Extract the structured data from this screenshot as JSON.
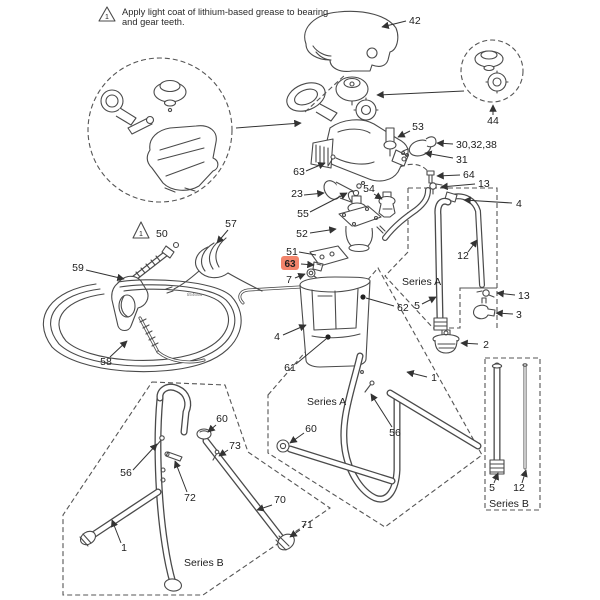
{
  "note": {
    "symbol": "1",
    "line1": "Apply light coat of lithium-based grease to bearing",
    "line2": "and gear teeth."
  },
  "warning": {
    "symbol": "1",
    "label": "50"
  },
  "watermark": "ti5469a",
  "colors": {
    "highlight_bg": "#f2846b",
    "highlight_fg": "#bf4136",
    "line_art": "#4a4a4a"
  },
  "series": {
    "a_hoses": "Series A",
    "a_stand": "Series A",
    "b_stand": "Series B",
    "b_tubes": "Series B"
  },
  "callouts": {
    "cover": "42",
    "gear_kit": "44",
    "transducer": "53",
    "valve_group": "30,32,38",
    "prime_valve": "31",
    "screw_motor": "63",
    "fitting_64": "64",
    "clip_13_top": "13",
    "motor": "23",
    "rod": "55",
    "valve_54": "54",
    "pump": "52",
    "plate": "51",
    "clip_highlight": "63",
    "grommet": "7",
    "cord": "57",
    "gun": "59",
    "hose": "58",
    "drain_tube_a": "12",
    "hose_4": "4",
    "suction_tube_a": "5",
    "pail_62": "62",
    "pail_61": "61",
    "pail_rim_4": "4",
    "clip_13_low": "13",
    "clamp_3": "3",
    "strainer_2": "2",
    "stand_a": "1",
    "screw_56_a": "56",
    "cap_60_a": "60",
    "cap_60_b": "60",
    "screw_73": "73",
    "screw_56_b": "56",
    "pin_72": "72",
    "leg_70": "70",
    "foot_71": "71",
    "stand_b": "1",
    "suction_tube_b": "5",
    "drain_tube_b": "12"
  }
}
